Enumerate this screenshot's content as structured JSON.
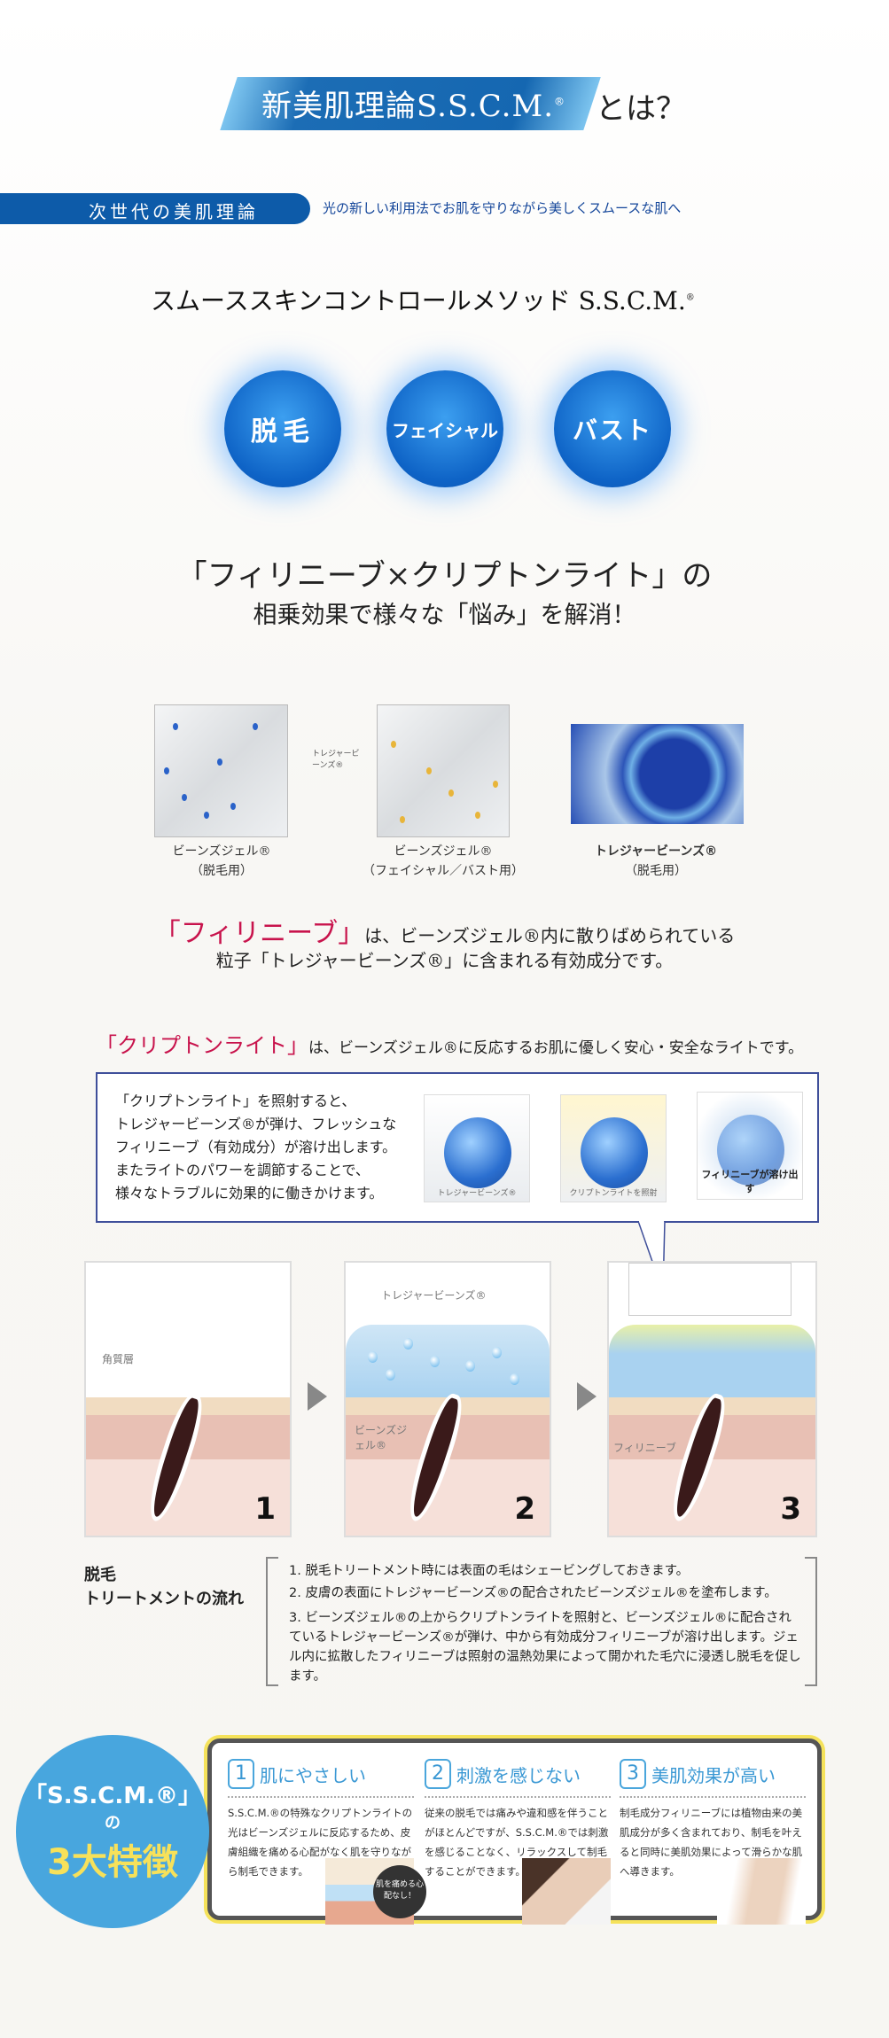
{
  "header": {
    "title": "新美肌理論S.S.C.M.",
    "reg": "®",
    "suffix": "とは？"
  },
  "subbar": {
    "label": "次世代の美肌理論",
    "desc": "光の新しい利用法でお肌を守りながら美しくスムースな肌へ"
  },
  "method": {
    "title": "スムーススキンコントロールメソッド S.S.C.M.",
    "reg": "®"
  },
  "circles": [
    {
      "label": "脱毛"
    },
    {
      "label": "フェイシャル"
    },
    {
      "label": "バスト"
    }
  ],
  "synergy": {
    "line1": "「フィリニーブ×クリプトンライト」の",
    "line2": "相乗効果で様々な「悩み」を解消！"
  },
  "gels": {
    "pointer_label": "トレジャービーンズ®",
    "items": [
      {
        "name": "ビーンズジェル®",
        "use": "（脱毛用）"
      },
      {
        "name": "ビーンズジェル®",
        "use": "（フェイシャル／バスト用）"
      },
      {
        "name": "トレジャービーンズ®",
        "use": "（脱毛用）"
      }
    ]
  },
  "filinive": {
    "keyword": "「フィリニーブ」",
    "line1_rest": "は、ビーンズジェル®内に散りばめられている",
    "line2": "粒子「トレジャービーンズ®」に含まれる有効成分です。"
  },
  "krypton": {
    "keyword": "「クリプトンライト」",
    "rest": "は、ビーンズジェル®に反応するお肌に優しく安心・安全なライトです。",
    "body": [
      "「クリプトンライト」を照射すると、",
      "トレジャービーンズ®が弾け、フレッシュな",
      "フィリニーブ（有効成分）が溶け出します。",
      "またライトのパワーを調節することで、",
      "様々なトラブルに効果的に働きかけます。"
    ],
    "steps": [
      "トレジャービーンズ®",
      "クリプトンライトを照射",
      "フィリニーブが溶け出す"
    ]
  },
  "panels": {
    "p1_label": "角質層",
    "p2_label_beans": "トレジャービーンズ®",
    "p2_label_gel": "ビーンズジェル®",
    "p3_label": "フィリニーブ",
    "nums": [
      "1",
      "2",
      "3"
    ]
  },
  "flow": {
    "title_line1": "脱毛",
    "title_line2": "トリートメントの流れ",
    "steps": [
      "1. 脱毛トリートメント時には表面の毛はシェービングしておきます。",
      "2. 皮膚の表面にトレジャービーンズ®の配合されたビーンズジェル®を塗布します。",
      "3. ビーンズジェル®の上からクリプトンライトを照射と、ビーンズジェル®に配合されているトレジャービーンズ®が弾け、中から有効成分フィリニーブが溶け出します。ジェル内に拡散したフィリニーブは照射の温熱効果によって開かれた毛穴に浸透し脱毛を促します。"
    ]
  },
  "features": {
    "badge_line1": "「S.S.C.M.®」",
    "badge_line2": "の",
    "badge_line3": "3大特徴",
    "items": [
      {
        "num": "1",
        "title": "肌にやさしい",
        "body": "S.S.C.M.®の特殊なクリプトンライトの光はビーンズジェルに反応するため、皮膚組織を痛める心配がなく肌を守りながら制毛できます。",
        "sticker": "肌を痛める心配なし！"
      },
      {
        "num": "2",
        "title": "刺激を感じない",
        "body": "従来の脱毛では痛みや違和感を伴うことがほとんどですが、S.S.C.M.®では刺激を感じることなく、リラックスして制毛することができます。"
      },
      {
        "num": "3",
        "title": "美肌効果が高い",
        "body": "制毛成分フィリニーブには植物由来の美肌成分が多く含まれており、制毛を叶えると同時に美肌効果によって滑らかな肌へ導きます。"
      }
    ]
  },
  "colors": {
    "brand_blue": "#1567b1",
    "accent_red": "#c8134c",
    "feature_blue": "#48a6de"
  }
}
